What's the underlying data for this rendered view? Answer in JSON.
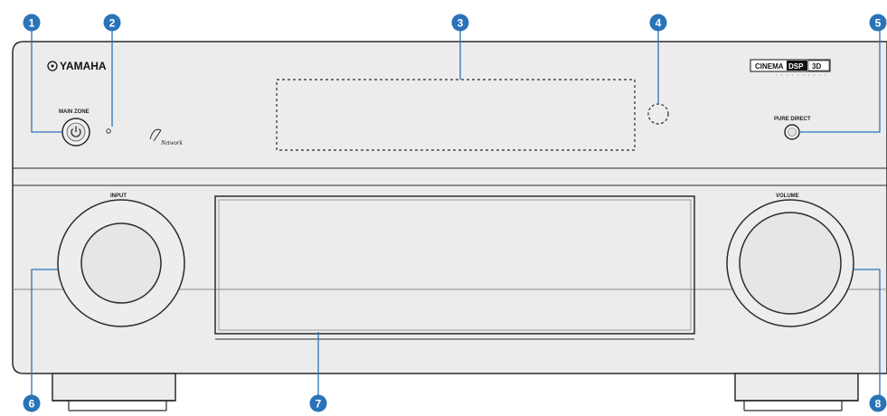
{
  "brand": {
    "name": "YAMAHA"
  },
  "labels": {
    "main_zone": "MAIN ZONE",
    "pure_direct": "PURE DIRECT",
    "input": "INPUT",
    "volume": "VOLUME",
    "network": "Network",
    "cinema": "CINEMA",
    "dsp": "DSP",
    "three_d": "3D"
  },
  "callouts": [
    "1",
    "2",
    "3",
    "4",
    "5",
    "6",
    "7",
    "8"
  ],
  "colors": {
    "callout_fill": "#2a73b8",
    "panel_bg": "#ececec",
    "outline": "#2b2b2b"
  }
}
